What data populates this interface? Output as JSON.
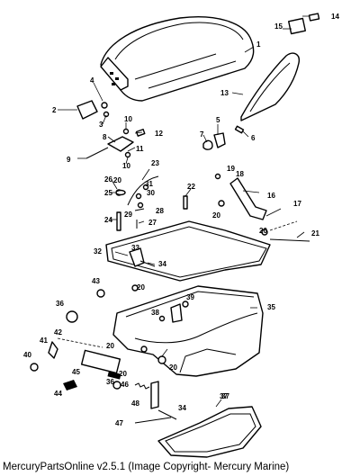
{
  "callouts": [
    "1",
    "2",
    "3",
    "4",
    "5",
    "6",
    "7",
    "8",
    "9",
    "10",
    "11",
    "12",
    "13",
    "14",
    "15",
    "16",
    "17",
    "18",
    "19",
    "20",
    "21",
    "22",
    "23",
    "24",
    "25",
    "26",
    "27",
    "28",
    "29",
    "30",
    "31",
    "32",
    "33",
    "34",
    "35",
    "36",
    "37",
    "38",
    "39",
    "40",
    "41",
    "42",
    "43",
    "44",
    "45",
    "46",
    "47",
    "48"
  ],
  "caption": "MercuryPartsOnline v2.5.1 (Image Copyright- Mercury Marine)"
}
